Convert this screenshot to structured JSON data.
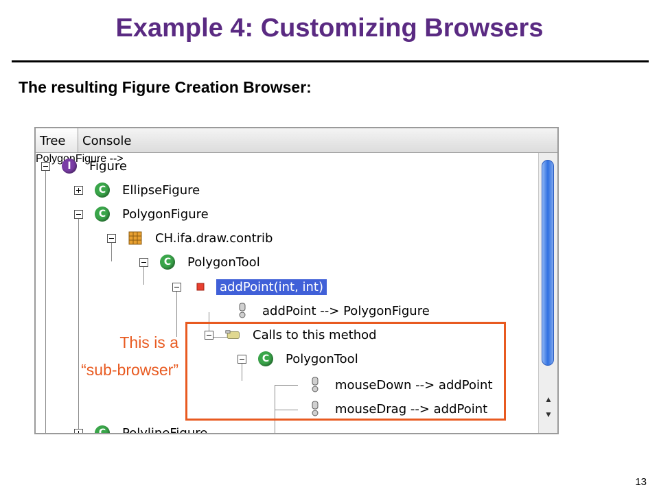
{
  "slide": {
    "title": "Example 4: Customizing Browsers",
    "subtitle": "The resulting Figure Creation Browser:",
    "page_number": "13"
  },
  "window": {
    "tabs": [
      {
        "label": "Tree"
      },
      {
        "label": "Console"
      }
    ],
    "tree": [
      {
        "label": "Figure",
        "icon": "I",
        "icon_name": "interface-icon",
        "expander": "minus"
      },
      {
        "label": "EllipseFigure",
        "icon": "C",
        "icon_name": "class-icon",
        "expander": "plus"
      },
      {
        "label": "PolygonFigure",
        "icon": "C",
        "icon_name": "class-icon",
        "expander": "minus"
      },
      {
        "label": "CH.ifa.draw.contrib",
        "icon_name": "package-icon",
        "expander": "minus"
      },
      {
        "label": "PolygonTool",
        "icon": "C",
        "icon_name": "class-icon",
        "expander": "minus"
      },
      {
        "label": "addPoint(int, int)",
        "icon_name": "method-icon",
        "expander": "minus",
        "selected": true
      },
      {
        "label": "addPoint --> PolygonFigure",
        "icon_name": "call-icon"
      },
      {
        "label": "Calls to this method",
        "icon_name": "folder-icon",
        "expander": "minus"
      },
      {
        "label": "PolygonTool",
        "icon": "C",
        "icon_name": "class-icon",
        "expander": "minus"
      },
      {
        "label": "mouseDown --> addPoint",
        "icon_name": "call-icon"
      },
      {
        "label": "mouseDrag --> addPoint",
        "icon_name": "call-icon"
      },
      {
        "label": "PolylineFigure",
        "icon": "C",
        "icon_name": "class-icon",
        "expander": "plus"
      }
    ]
  },
  "callout": {
    "line1": "This is a",
    "line2": "“sub-browser”"
  },
  "colors": {
    "title": "#5a2a82",
    "callout": "#e85a20",
    "selection": "#4060d8"
  }
}
